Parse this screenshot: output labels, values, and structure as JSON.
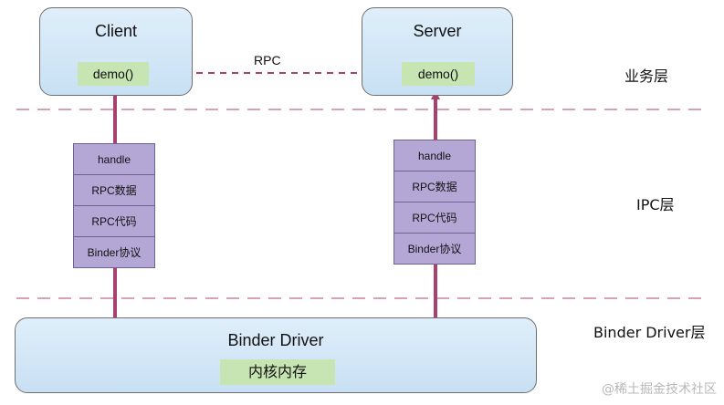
{
  "client": {
    "title": "Client",
    "func": "demo()"
  },
  "server": {
    "title": "Server",
    "func": "demo()"
  },
  "rpc_label": "RPC",
  "client_stack": [
    "handle",
    "RPC数据",
    "RPC代码",
    "Binder协议"
  ],
  "server_stack": [
    "handle",
    "RPC数据",
    "RPC代码",
    "Binder协议"
  ],
  "driver": {
    "title": "Binder Driver",
    "memory": "内核内存"
  },
  "layers": {
    "business": "业务层",
    "ipc": "IPC层",
    "driver": "Binder Driver层"
  },
  "watermark": "@稀土掘金技术社区",
  "colors": {
    "arrow": "#a9416e",
    "divider": "#d6a3b3",
    "box_fill": "#d6e8f8",
    "func_fill": "#c6e5b3",
    "stack_fill": "#b4a7d6"
  }
}
